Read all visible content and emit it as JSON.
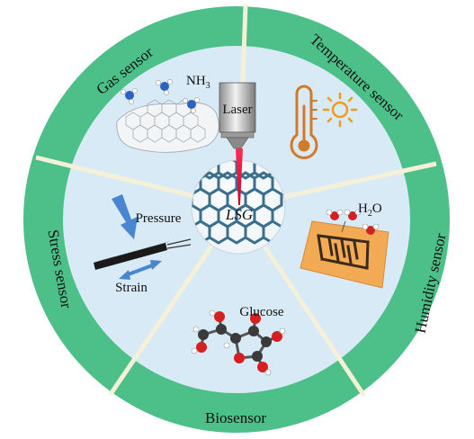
{
  "colors": {
    "ring": "#4dbf88",
    "inner": "#d9eaf7",
    "divider": "#f5f1d8",
    "hub": "#ffffff",
    "lattice": "#3a6f8f",
    "laser_beam": "#e0143c",
    "arrow_blue": "#4a86d0",
    "thermo_orange": "#d27a2a",
    "sun_orange": "#f29a1a",
    "humidity_pad": "#f3aa55"
  },
  "ring": {
    "top": "Gas sensor",
    "top_right": "Temperature sensor",
    "right": "Humidity sensor",
    "bottom": "Biosensor",
    "left": "Stress sensor"
  },
  "center": {
    "label": "LSG"
  },
  "labels": {
    "laser": "Laser",
    "nh3": "NH",
    "nh3_sub": "3",
    "h2o_h": "H",
    "h2o_sub": "2",
    "h2o_o": "O",
    "glucose": "Glucose",
    "pressure": "Pressure",
    "strain": "Strain"
  },
  "icons": {
    "gas": "graphene-sheet-with-ammonia-molecules-icon",
    "laser": "laser-head-icon",
    "temperature": "thermometer-icon",
    "sun": "sun-icon",
    "humidity": "interdigitated-electrode-icon",
    "glucose": "glucose-molecule-icon",
    "stress": "strain-sensor-beam-icon"
  }
}
